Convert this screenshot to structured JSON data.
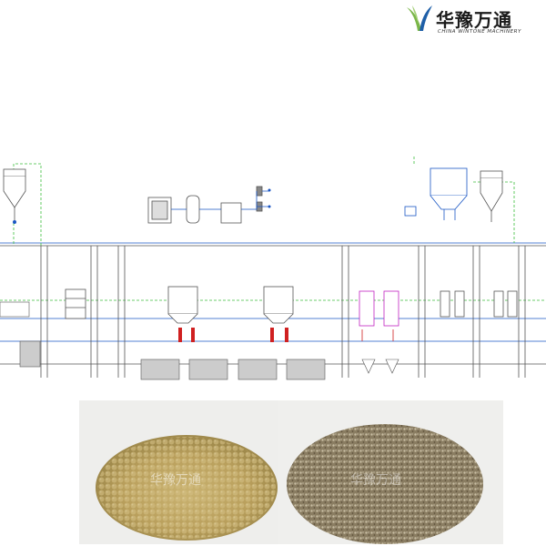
{
  "brand": {
    "name_cn": "华豫万通",
    "name_en": "CHINA WINTONE MACHINERY",
    "colors": {
      "green": "#7ab648",
      "blue": "#1e5fa8"
    }
  },
  "diagram": {
    "colors": {
      "pipe_blue": "#1a56c4",
      "air_green": "#3cbf3c",
      "equipment_gray": "#555555",
      "accent_red": "#d02020",
      "accent_magenta": "#c020c0"
    }
  },
  "photos": {
    "left": {
      "subject": "whole millet grains",
      "watermark": "华豫万通"
    },
    "right": {
      "subject": "millet husk / bran",
      "watermark": "华豫万通"
    }
  }
}
